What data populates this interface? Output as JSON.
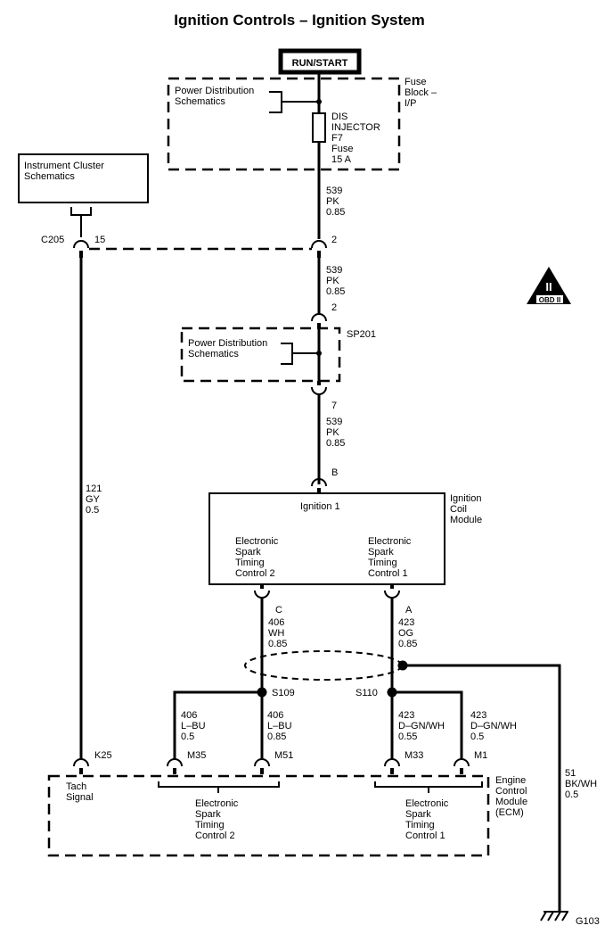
{
  "title": "Ignition Controls – Ignition System",
  "run_start": "RUN/START",
  "fuse_block": {
    "label": [
      "Fuse",
      "Block –",
      "I/P"
    ],
    "pds": [
      "Power Distribution",
      "Schematics"
    ],
    "fuse": [
      "DIS",
      "INJECTOR",
      "F7",
      "Fuse",
      "15 A"
    ]
  },
  "instrument_cluster": [
    "Instrument Cluster",
    "Schematics"
  ],
  "c205": {
    "name": "C205",
    "pin_left": "15",
    "pin_right": "2"
  },
  "wires": {
    "w539_a": [
      "539",
      "PK",
      "0.85"
    ],
    "w539_b": [
      "539",
      "PK",
      "0.85"
    ],
    "w539_c": [
      "539",
      "PK",
      "0.85"
    ],
    "w121": [
      "121",
      "GY",
      "0.5"
    ],
    "w406_c": [
      "406",
      "WH",
      "0.85"
    ],
    "w423_a": [
      "423",
      "OG",
      "0.85"
    ],
    "w406_m35": [
      "406",
      "L–BU",
      "0.5"
    ],
    "w406_m51": [
      "406",
      "L–BU",
      "0.85"
    ],
    "w423_m33": [
      "423",
      "D–GN/WH",
      "0.55"
    ],
    "w423_m1": [
      "423",
      "D–GN/WH",
      "0.5"
    ],
    "w51": [
      "51",
      "BK/WH",
      "0.5"
    ]
  },
  "obd": "OBD II",
  "obd_numeral": "II",
  "sp201": {
    "name": "SP201",
    "pin_top": "2",
    "pin_bottom": "7",
    "pds": [
      "Power Distribution",
      "Schematics"
    ]
  },
  "icm": {
    "pin_b": "B",
    "ignition1": "Ignition 1",
    "label": [
      "Ignition",
      "Coil",
      "Module"
    ],
    "est2": [
      "Electronic",
      "Spark",
      "Timing",
      "Control 2"
    ],
    "est1": [
      "Electronic",
      "Spark",
      "Timing",
      "Control 1"
    ],
    "pin_c": "C",
    "pin_a": "A"
  },
  "splices": {
    "s109": "S109",
    "s110": "S110"
  },
  "ecm": {
    "pin_k25": "K25",
    "pin_m35": "M35",
    "pin_m51": "M51",
    "pin_m33": "M33",
    "pin_m1": "M1",
    "tach": [
      "Tach",
      "Signal"
    ],
    "est2": [
      "Electronic",
      "Spark",
      "Timing",
      "Control 2"
    ],
    "est1": [
      "Electronic",
      "Spark",
      "Timing",
      "Control 1"
    ],
    "label": [
      "Engine",
      "Control",
      "Module",
      "(ECM)"
    ]
  },
  "ground": "G103"
}
